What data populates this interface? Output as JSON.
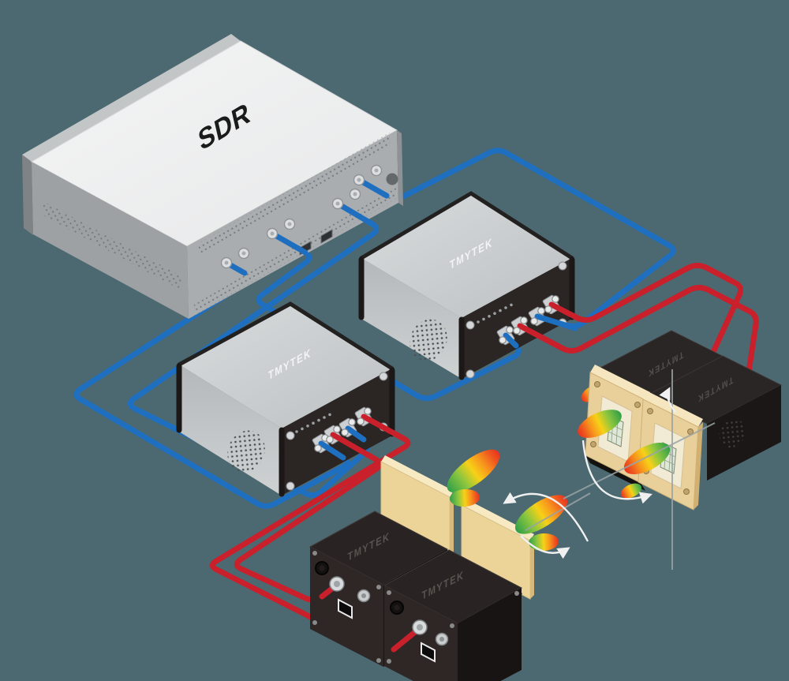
{
  "diagram": {
    "background_color": "#4C6971",
    "sdr_label": "SDR",
    "brand_logo": "TMYTEK",
    "cable_colors": {
      "if_blue": "#1E6FC0",
      "rf_red": "#C9202C"
    },
    "beam_colors": {
      "base": "#2E9E49",
      "mid": "#F7D117",
      "tip": "#E8321F"
    },
    "counts": {
      "sdr_units": 1,
      "silver_boxes": 2,
      "black_boxes": 2,
      "antenna_panels": 2,
      "array_modules": 2,
      "blue_cables": 4,
      "red_cables": 4
    }
  }
}
